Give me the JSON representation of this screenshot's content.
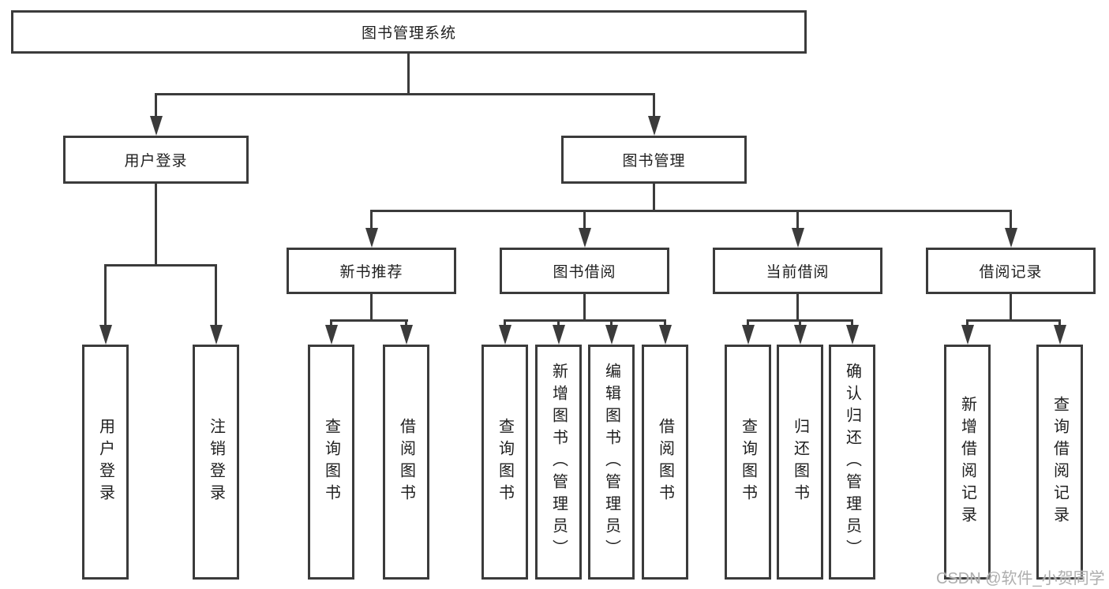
{
  "diagram": {
    "title": "图书管理系统",
    "root": {
      "label": "图书管理系统"
    },
    "branches": [
      {
        "label": "用户登录",
        "children": [
          {
            "label": "用户登录"
          },
          {
            "label": "注销登录"
          }
        ]
      },
      {
        "label": "图书管理",
        "groups": [
          {
            "label": "新书推荐",
            "children": [
              {
                "label": "查询图书"
              },
              {
                "label": "借阅图书"
              }
            ]
          },
          {
            "label": "图书借阅",
            "children": [
              {
                "label": "查询图书"
              },
              {
                "label": "新增图书（管理员）"
              },
              {
                "label": "编辑图书（管理员）"
              },
              {
                "label": "借阅图书"
              }
            ]
          },
          {
            "label": "当前借阅",
            "children": [
              {
                "label": "查询图书"
              },
              {
                "label": "归还图书"
              },
              {
                "label": "确认归还（管理员）"
              }
            ]
          },
          {
            "label": "借阅记录",
            "children": [
              {
                "label": "新增借阅记录"
              },
              {
                "label": "查询借阅记录"
              }
            ]
          }
        ]
      }
    ]
  },
  "watermark": {
    "text": "CSDN @软件_小贺同学"
  },
  "colors": {
    "line": "#3b3b3b",
    "text": "#1f1f1f",
    "background": "#ffffff",
    "watermark": "#aeaeae"
  }
}
